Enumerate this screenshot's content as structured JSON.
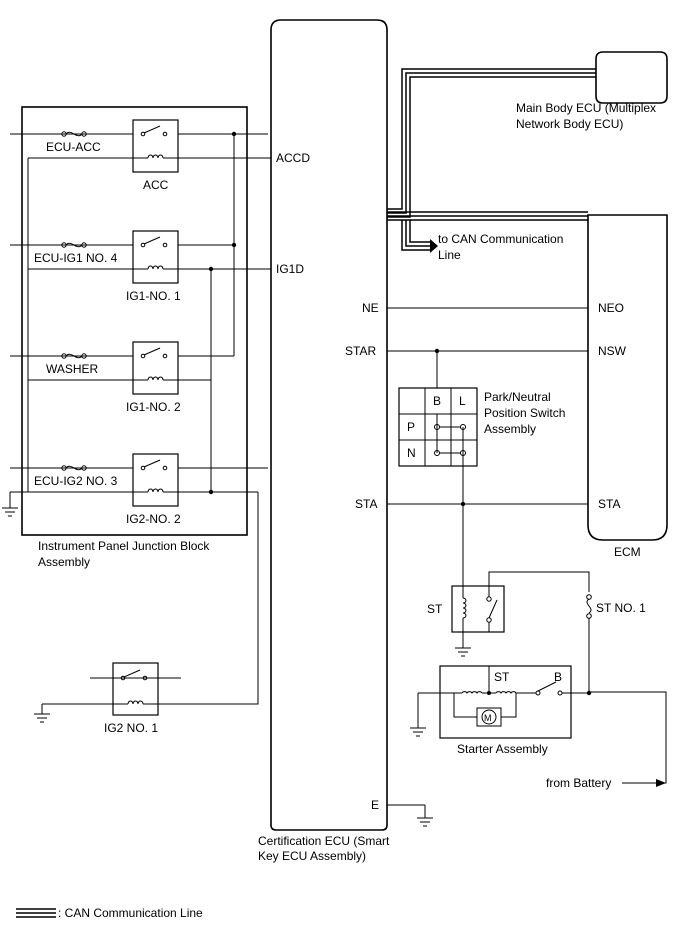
{
  "colors": {
    "line": "#000000",
    "background": "#ffffff"
  },
  "labels": {
    "main_body_ecu": [
      "Main Body ECU (Multiplex",
      "Network Body ECU)"
    ],
    "to_can": [
      "to CAN Communication",
      "Line"
    ],
    "junction_block": [
      "Instrument Panel Junction Block",
      "Assembly"
    ],
    "cert_ecu": [
      "Certification ECU (Smart",
      "Key ECU Assembly)"
    ],
    "ecm": "ECM",
    "park_neutral": [
      "Park/Neutral",
      "Position Switch",
      "Assembly"
    ],
    "starter": "Starter Assembly",
    "from_battery": "from Battery",
    "legend": ": CAN Communication Line"
  },
  "fuses": {
    "ecu_acc": "ECU-ACC",
    "ecu_ig1_no4": "ECU-IG1 NO. 4",
    "washer": "WASHER",
    "ecu_ig2_no3": "ECU-IG2 NO. 3",
    "st_no1": "ST NO. 1"
  },
  "relays": {
    "acc": "ACC",
    "ig1_no1": "IG1-NO. 1",
    "ig1_no2": "IG1-NO. 2",
    "ig2_no2": "IG2-NO. 2",
    "ig2_no1": "IG2 NO. 1",
    "st": "ST"
  },
  "terminals": {
    "accd": "ACCD",
    "ig1d": "IG1D",
    "ne": "NE",
    "star": "STAR",
    "sta_cert": "STA",
    "e": "E",
    "neo": "NEO",
    "nsw": "NSW",
    "sta_ecm": "STA"
  },
  "switch_table": {
    "col_b": "B",
    "col_l": "L",
    "row_p": "P",
    "row_n": "N"
  },
  "starter_parts": {
    "st": "ST",
    "b": "B",
    "motor": "M"
  }
}
